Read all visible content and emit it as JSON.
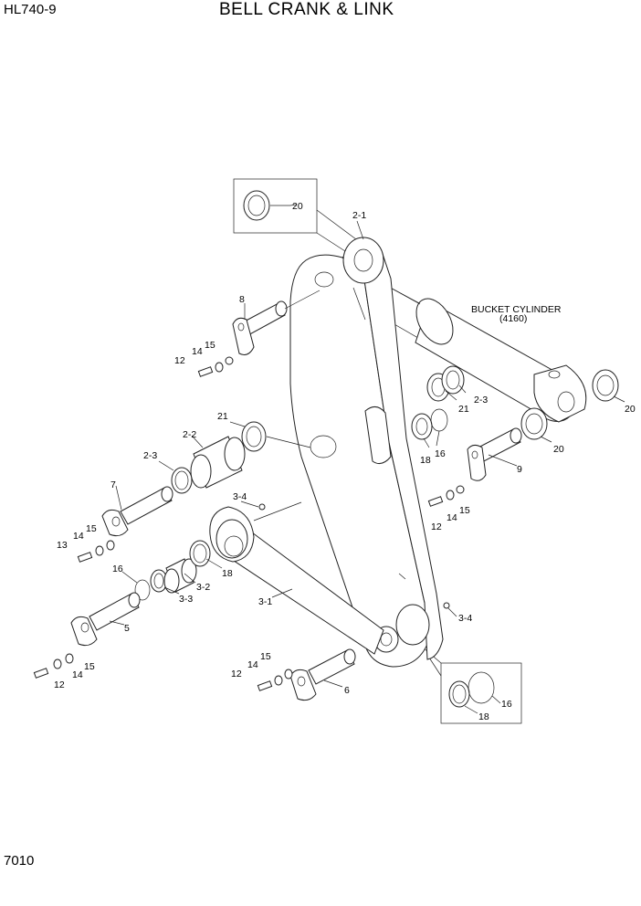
{
  "header": {
    "model": "HL740-9",
    "title": "BELL CRANK & LINK"
  },
  "footer": {
    "page_number": "7010"
  },
  "diagram": {
    "cylinder_label_line1": "BUCKET CYLINDER",
    "cylinder_label_line2": "(4160)",
    "callouts": {
      "c20a": "20",
      "c2_1": "2-1",
      "c8": "8",
      "c15a": "15",
      "c14a": "14",
      "c12a": "12",
      "c21a": "21",
      "c2_3a": "2-3",
      "c16a": "16",
      "c18a": "18",
      "c20b": "20",
      "c20c": "20",
      "c9": "9",
      "c12b": "12",
      "c14b": "14",
      "c15b": "15",
      "c21b": "21",
      "c2_2": "2-2",
      "c2_3b": "2-3",
      "c7": "7",
      "c15c": "15",
      "c14c": "14",
      "c13": "13",
      "c3_4a": "3-4",
      "c16b": "16",
      "c3_3": "3-3",
      "c3_2": "3-2",
      "c18b": "18",
      "c3_1": "3-1",
      "c5": "5",
      "c15d": "15",
      "c14d": "14",
      "c12c": "12",
      "c3_4b": "3-4",
      "c15e": "15",
      "c14e": "14",
      "c12d": "12",
      "c6": "6",
      "c16c": "16",
      "c18c": "18"
    }
  }
}
